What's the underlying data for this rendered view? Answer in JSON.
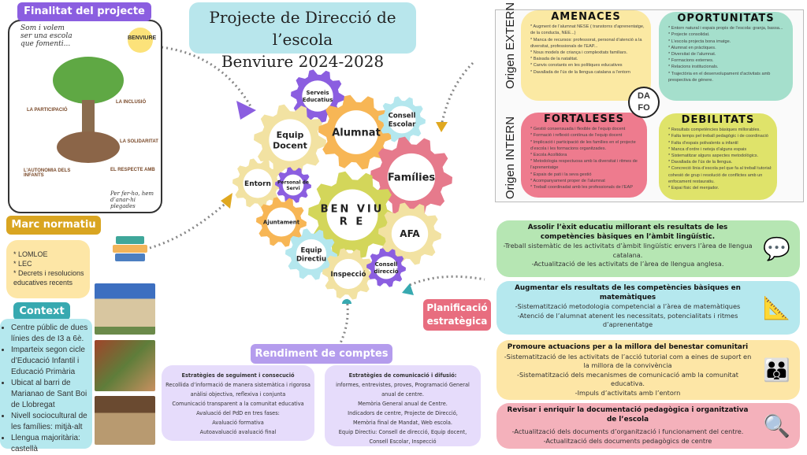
{
  "title": {
    "line1": "Projecte de Direcció de l’escola",
    "line2": "Benviure 2024-2028"
  },
  "finalitat": {
    "label": "Finalitat del projecte",
    "intro": "Som i volem ser una escola que fomenti...",
    "logo": "BENVIURE",
    "values": [
      "LA PARTICIPACIÓ",
      "LA INCLUSIÓ",
      "LA SOLIDARITAT",
      "L’AUTONOMIA DELS INFANTS",
      "EL RESPECTE AMB"
    ],
    "closing": "Per fer-ho, hem d’anar-hi plegades"
  },
  "marc": {
    "label": "Marc normatiu",
    "items": [
      "LOMLOE",
      "LEC",
      "Decrets i resolucions educatives recents"
    ]
  },
  "context": {
    "label": "Context",
    "items": [
      "Centre públic de dues línies des de I3 a 6è.",
      "Imparteix segon cicle d’Educació Infantil i Educació Primària",
      "Ubicat al barri de Marianao de Sant Boi de Llobregat",
      "Nivell sociocultural de les famílies: mitjà-alt",
      "Llengua majoritària: castellà"
    ]
  },
  "gears": [
    {
      "l1": "Serveis",
      "l2": "Educatius",
      "color": "#8b5ee0"
    },
    {
      "l1": "Equip",
      "l2": "Docent",
      "color": "#f2e2a2"
    },
    {
      "l1": "Alumnat",
      "l2": "",
      "color": "#f7b655"
    },
    {
      "l1": "Consell",
      "l2": "Escolar",
      "color": "#b4e7ee"
    },
    {
      "l1": "Famílies",
      "l2": "",
      "color": "#e67a8c"
    },
    {
      "l1": "Entorn",
      "l2": "",
      "color": "#f2e2a2"
    },
    {
      "l1": "Personal de",
      "l2": "Servi",
      "color": "#8b5ee0"
    },
    {
      "l1": "BEN VIU",
      "l2": "R E",
      "color": "#d3d65a"
    },
    {
      "l1": "Ajuntament",
      "l2": "",
      "color": "#f7b655"
    },
    {
      "l1": "AFA",
      "l2": "",
      "color": "#f2e2a2"
    },
    {
      "l1": "Equip",
      "l2": "Directiu",
      "color": "#b4e7ee"
    },
    {
      "l1": "Inspecció",
      "l2": "",
      "color": "#f2e2a2"
    },
    {
      "l1": "Consell",
      "l2": "direcció",
      "color": "#8b5ee0"
    }
  ],
  "rendiment": {
    "label": "Rendiment de comptes",
    "seguiment": {
      "title": "Estratègies de seguiment i consecució",
      "lines": [
        "Recollida d’informació de manera sistemàtica i rigorosa",
        "anàlisi objectiva, reflexiva i conjunta",
        "Comunicació transparent a la comunitat educativa",
        "Avaluació del PdD en tres fases:",
        "Avaluació formativa",
        "Autoavaluació avaluació final"
      ]
    },
    "comunicacio": {
      "title": "Estratègies de comunicació i difusió:",
      "lines": [
        "informes, entrevistes, proves, Programació General",
        "anual de centre.",
        "Memòria General anual de Centre.",
        "Indicadors de centre, Projecte de Direcció,",
        "Memòria final de Mandat, Web escola.",
        "Equip Directiu: Consell de direcció, Equip docent,",
        "Consell Escolar, Inspecció"
      ]
    }
  },
  "planificacio": {
    "label1": "Planificació",
    "label2": "estratègica"
  },
  "dafo": {
    "center1": "DA",
    "center2": "FO",
    "origen_extern": "Origen EXTERN",
    "origen_intern": "Origen INTERN",
    "amenaces": {
      "title": "AMENACES",
      "items": [
        "Augment de l’alumnat NESE ( transtorns d’aprenentatge, de la conducta, NEE...)",
        "Manca de recursos: professorat, personal d’atenció a la diversitat, professionals de l’EAP...",
        "Nous models de criança i complexitats familiars.",
        "Baixada de la natalitat.",
        "Canvis constants en les polítiques educatives",
        "Davallada de l’ús de la llengua catalana a l’entorn"
      ]
    },
    "oportunitats": {
      "title": "OPORTUNITATS",
      "items": [
        "Entorn natural i espais propis de l’escola: granja, bassa...",
        "Projecte consolidat.",
        "L’escola projecta bona imatge.",
        "Alumnat en pràctiques.",
        "Diversitat de l’alumnat.",
        "Formacions externes.",
        "Relacions institucionals.",
        "Trajectòria en el desenvolupament d’activitats amb prespectiva de gènere."
      ]
    },
    "fortaleses": {
      "title": "FORTALESES",
      "items": [
        "Gestió consensuada i flexible de l’equip docent",
        "Formació i reflexió contínua de l’equip docent",
        "Implicació i participació de les famílies en el projecte d’escola i les formacions organitzades.",
        "Escola Acollidora",
        "Metodologia respectuosa amb la diversitat i ritmes de l’aprenentatge",
        "Espais de pati i la seva gestió",
        "Acompanyament proper de l’alumnat",
        "Treball coordinadat amb les professionals de l’EAP"
      ]
    },
    "debilitats": {
      "title": "DEBILITATS",
      "items": [
        "Resultats competències bàsiques millorables.",
        "Falta temps pel treball pedagògic i de coordinació",
        "Falta d’espais polivalents a infantil",
        "Manca d’ordre i neteja d’alguns espais",
        "Sistematitzar alguns aspectes metodològics.",
        "Davallada de l’ús de la llengua.",
        "Concreció línia d’escola pel que fa al treball tutorial: cohesió de grup i resolució de conflictes amb un enfocament restauratiu.",
        "Espai físic del menjador."
      ]
    }
  },
  "objectius": [
    {
      "title": "Assolir l’èxit educatiu millorant els resultats de les competències bàsiques en l’àmbit lingüístic.",
      "lines": [
        "-Treball sistemàtic de les activitats d’àmbit lingüístic envers l’àrea de llengua catalana.",
        "-Actualització de les activitats de l’àrea de llengua anglesa."
      ],
      "color": "#b6e6b3"
    },
    {
      "title": "Augmentar els resultats de les competències  bàsiques en matemàtiques",
      "lines": [
        "-Sistematització metodologia competencial a l’àrea de matemàtiques",
        "-Atenció de l’alumnat atenent les necessitats, potencialitats i ritmes d’aprenentatge"
      ],
      "color": "#b5e8ee"
    },
    {
      "title": "Promoure actuacions per a la millora del benestar comunitari",
      "lines": [
        "-Sistematització  de les activitats de l’acció tutorial com a eines de suport en la millora de la convivència",
        "-Sistematització dels mecanismes de comunicació amb la comunitat educativa.",
        "-Impuls d’activitats amb l’entorn"
      ],
      "color": "#fde6a6"
    },
    {
      "title": "Revisar i enriquir la documentació pedagògica i organitzativa de l’escola",
      "lines": [
        "-Actualització dels documents d’organització i funcionament del centre.",
        "-Actualització dels documents pedagògics de centre"
      ],
      "color": "#f4b1bb"
    }
  ]
}
